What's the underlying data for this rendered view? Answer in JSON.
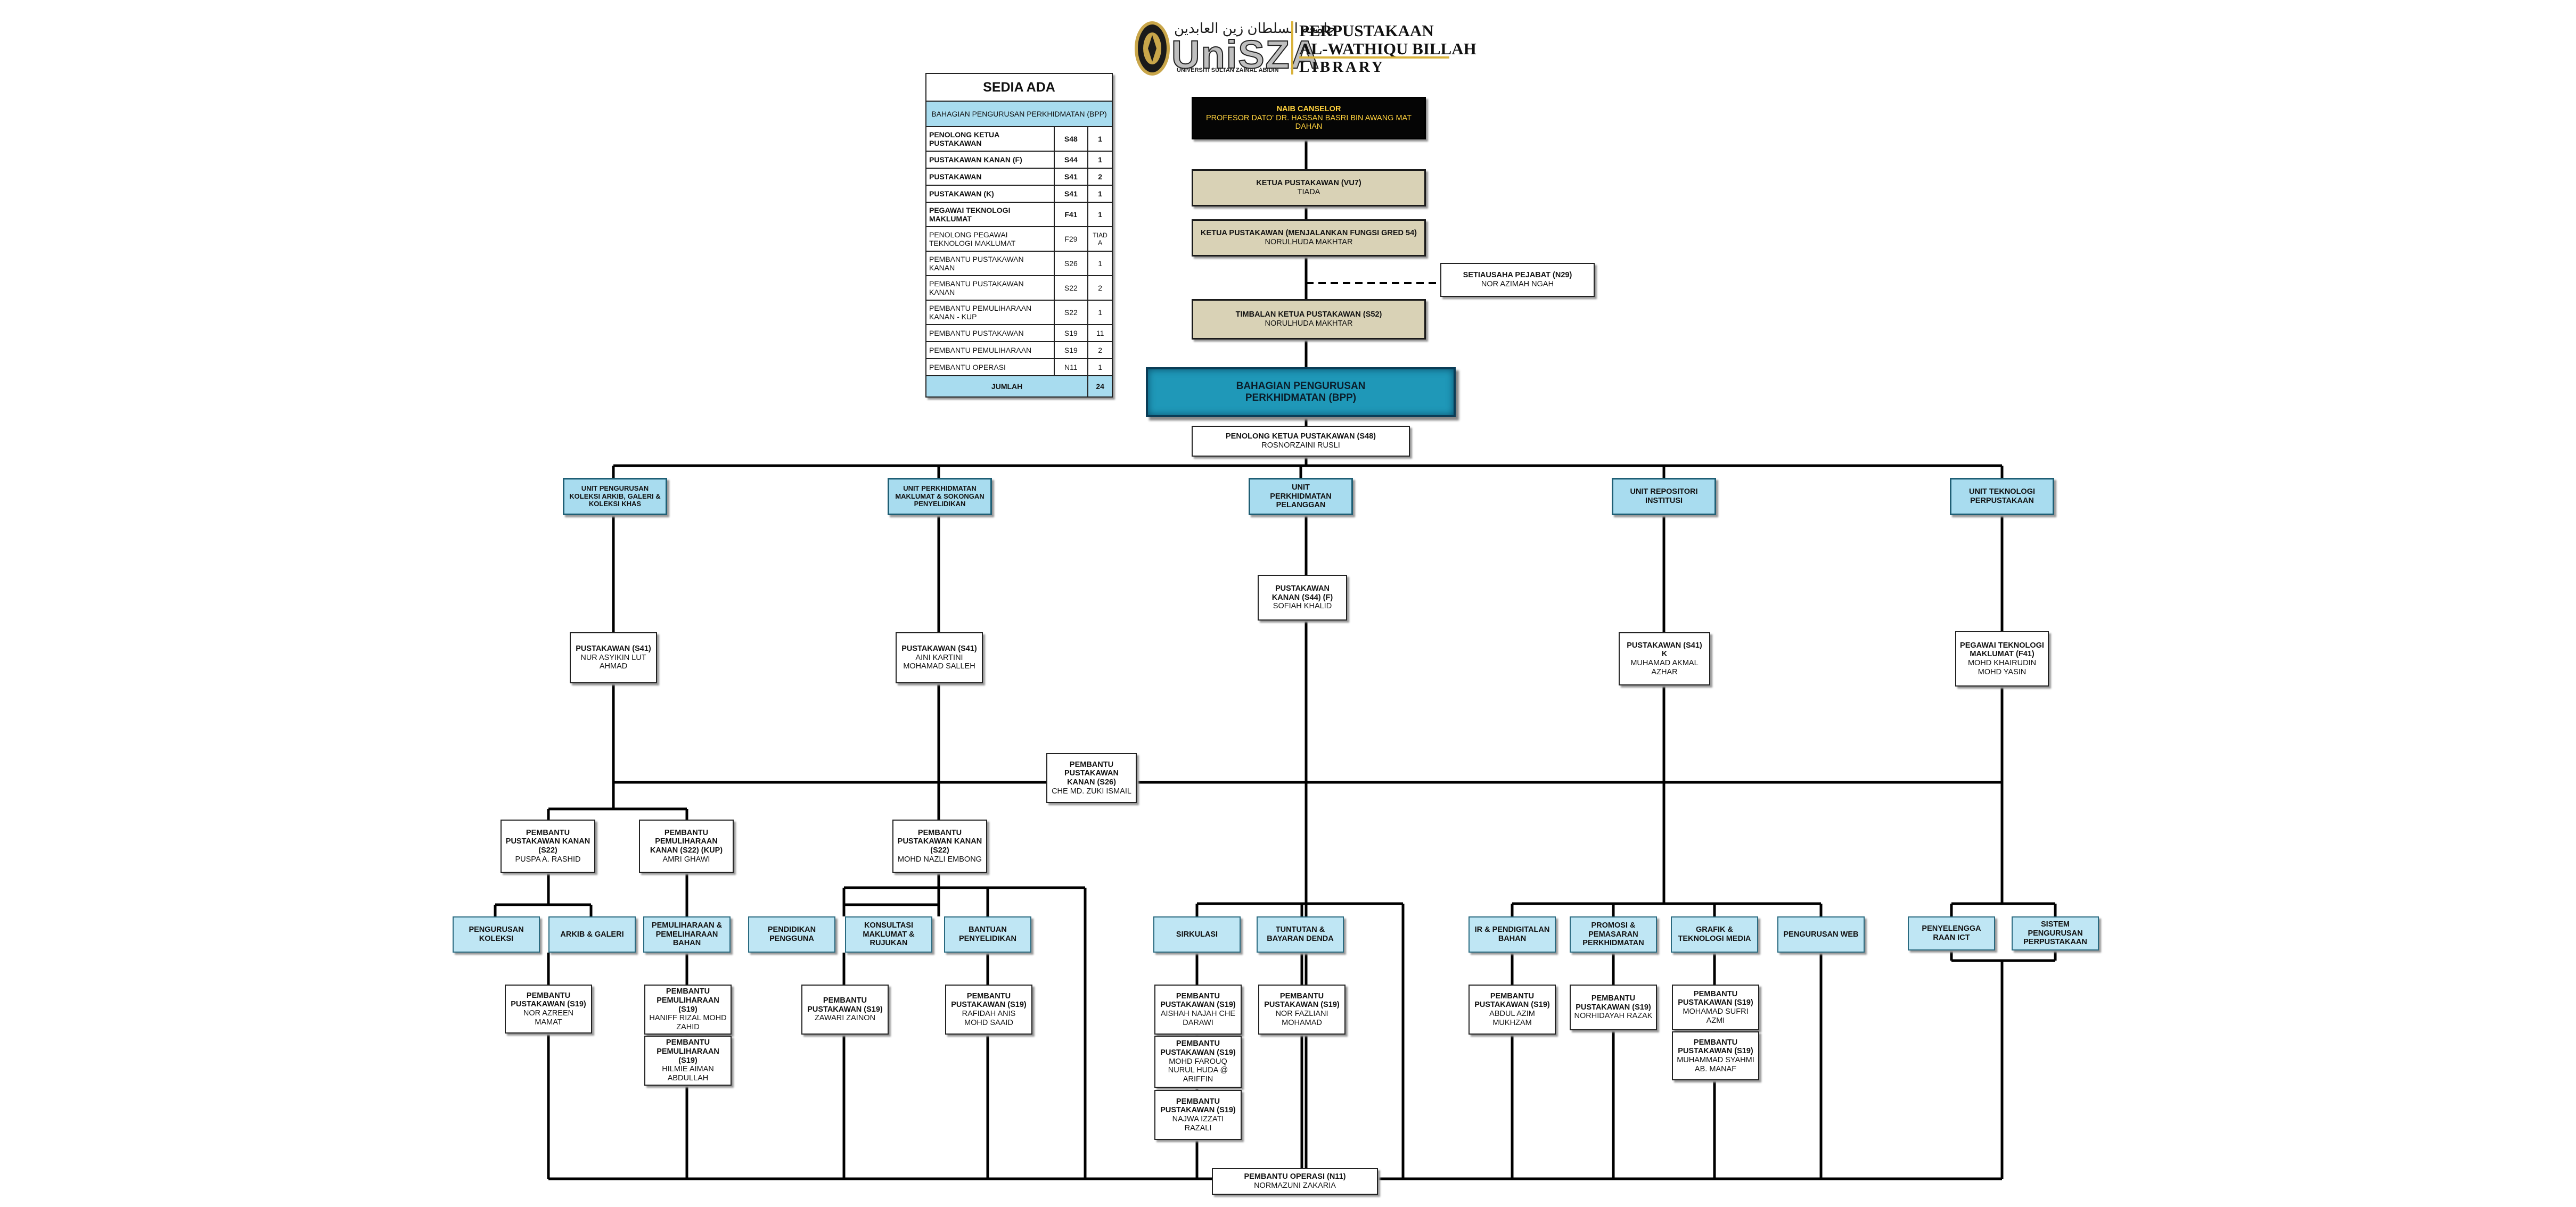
{
  "header": {
    "arabic": "جامعة السلطان زين العابدين",
    "logo_text": "UniSZA",
    "logo_sub": "UNIVERSITI SULTAN ZAINAL ABIDIN",
    "lib_line1": "PERPUSTAKAAN",
    "lib_line2": "AL-WATHIQU BILLAH",
    "lib_line3": "LIBRARY"
  },
  "table": {
    "title": "SEDIA ADA",
    "section": "BAHAGIAN PENGURUSAN PERKHIDMATAN (BPP)",
    "rows": [
      {
        "post": "PENOLONG KETUA PUSTAKAWAN",
        "grade": "S48",
        "count": "1",
        "bold": true
      },
      {
        "post": "PUSTAKAWAN KANAN (F)",
        "grade": "S44",
        "count": "1",
        "bold": true
      },
      {
        "post": "PUSTAKAWAN",
        "grade": "S41",
        "count": "2",
        "bold": true
      },
      {
        "post": "PUSTAKAWAN (K)",
        "grade": "S41",
        "count": "1",
        "bold": true
      },
      {
        "post": "PEGAWAI TEKNOLOGI MAKLUMAT",
        "grade": "F41",
        "count": "1",
        "bold": true
      },
      {
        "post": "PENOLONG PEGAWAI TEKNOLOGI MAKLUMAT",
        "grade": "F29",
        "count": "TIADA",
        "bold": false
      },
      {
        "post": "PEMBANTU PUSTAKAWAN KANAN",
        "grade": "S26",
        "count": "1",
        "bold": false
      },
      {
        "post": "PEMBANTU PUSTAKAWAN KANAN",
        "grade": "S22",
        "count": "2",
        "bold": false
      },
      {
        "post": "PEMBANTU PEMULIHARAAN KANAN - KUP",
        "grade": "S22",
        "count": "1",
        "bold": false
      },
      {
        "post": "PEMBANTU PUSTAKAWAN",
        "grade": "S19",
        "count": "11",
        "bold": false
      },
      {
        "post": "PEMBANTU PEMULIHARAAN",
        "grade": "S19",
        "count": "2",
        "bold": false
      },
      {
        "post": "PEMBANTU OPERASI",
        "grade": "N11",
        "count": "1",
        "bold": false
      }
    ],
    "total_label": "JUMLAH",
    "total_value": "24"
  },
  "boxes": {
    "naib": {
      "t": "NAIB CANSELOR",
      "n": "PROFESOR DATO' DR. HASSAN BASRI BIN AWANG MAT DAHAN"
    },
    "ketua": {
      "t": "KETUA PUSTAKAWAN (VU7)",
      "n": "TIADA"
    },
    "ketua2": {
      "t": "KETUA PUSTAKAWAN (MENJALANKAN FUNGSI GRED 54)",
      "n": "NORULHUDA MAKHTAR"
    },
    "setiausaha": {
      "t": "SETIAUSAHA PEJABAT (N29)",
      "n": "NOR AZIMAH NGAH"
    },
    "timbalan": {
      "t": "TIMBALAN KETUA PUSTAKAWAN (S52)",
      "n": "NORULHUDA MAKHTAR"
    },
    "bpp": {
      "t": "BAHAGIAN PENGURUSAN PERKHIDMATAN (BPP)"
    },
    "penolong": {
      "t": "PENOLONG KETUA PUSTAKAWAN (S48)",
      "n": "ROSNORZAINI RUSLI"
    },
    "u1": {
      "t": "UNIT PENGURUSAN KOLEKSI ARKIB, GALERI & KOLEKSI KHAS"
    },
    "u2": {
      "t": "UNIT PERKHIDMATAN MAKLUMAT & SOKONGAN PENYELIDIKAN"
    },
    "u3": {
      "t": "UNIT PERKHIDMATAN PELANGGAN"
    },
    "u4": {
      "t": "UNIT REPOSITORI INSTITUSI"
    },
    "u5": {
      "t": "UNIT TEKNOLOGI PERPUSTAKAAN"
    },
    "p1": {
      "t": "PUSTAKAWAN (S41)",
      "n": "NUR ASYIKIN LUT AHMAD"
    },
    "p2": {
      "t": "PUSTAKAWAN (S41)",
      "n": "AINI KARTINI MOHAMAD SALLEH"
    },
    "p3": {
      "t": "PUSTAKAWAN KANAN (S44) (F)",
      "n": "SOFIAH KHALID"
    },
    "p4": {
      "t": "PUSTAKAWAN (S41) K",
      "n": "MUHAMAD AKMAL AZHAR"
    },
    "p5": {
      "t": "PEGAWAI TEKNOLOGI MAKLUMAT (F41)",
      "n": "MOHD KHAIRUDIN MOHD YASIN"
    },
    "pkk26": {
      "t": "PEMBANTU PUSTAKAWAN KANAN (S26)",
      "n": "CHE MD. ZUKI ISMAIL"
    },
    "s22a": {
      "t": "PEMBANTU PUSTAKAWAN KANAN (S22)",
      "n": "PUSPA A. RASHID"
    },
    "s22b": {
      "t": "PEMBANTU PEMULIHARAAN KANAN (S22) (KUP)",
      "n": "AMRI GHAWI"
    },
    "s22c": {
      "t": "PEMBANTU PUSTAKAWAN KANAN (S22)",
      "n": "MOHD NAZLI EMBONG"
    },
    "sec1": {
      "t": "PENGURUSAN KOLEKSI"
    },
    "sec2": {
      "t": "ARKIB & GALERI"
    },
    "sec3": {
      "t": "PEMULIHARAAN & PEMELIHARAAN BAHAN"
    },
    "sec4": {
      "t": "PENDIDIKAN PENGGUNA"
    },
    "sec5": {
      "t": "KONSULTASI MAKLUMAT & RUJUKAN"
    },
    "sec6": {
      "t": "BANTUAN PENYELIDIKAN"
    },
    "sec7": {
      "t": "SIRKULASI"
    },
    "sec8": {
      "t": "TUNTUTAN & BAYARAN DENDA"
    },
    "sec9": {
      "t": "IR & PENDIGITALAN BAHAN"
    },
    "sec10": {
      "t": "PROMOSI & PEMASARAN PERKHIDMATAN"
    },
    "sec11": {
      "t": "GRAFIK & TEKNOLOGI MEDIA"
    },
    "sec12": {
      "t": "PENGURUSAN WEB"
    },
    "sec13": {
      "t": "PENYELENGGA RAAN ICT"
    },
    "sec14": {
      "t": "SISTEM PENGURUSAN PERPUSTAKAAN"
    },
    "a1": {
      "t": "PEMBANTU PUSTAKAWAN (S19)",
      "n": "NOR AZREEN MAMAT"
    },
    "a2": {
      "t": "PEMBANTU PEMULIHARAAN (S19)",
      "n": "HANIFF RIZAL MOHD ZAHID"
    },
    "a3": {
      "t": "PEMBANTU PEMULIHARAAN (S19)",
      "n": "HILMIE AIMAN ABDULLAH"
    },
    "a4": {
      "t": "PEMBANTU PUSTAKAWAN (S19)",
      "n": "ZAWARI ZAINON"
    },
    "a5": {
      "t": "PEMBANTU PUSTAKAWAN (S19)",
      "n": "RAFIDAH ANIS MOHD SAAID"
    },
    "a6": {
      "t": "PEMBANTU PUSTAKAWAN (S19)",
      "n": "AISHAH NAJAH CHE DARAWI"
    },
    "a7": {
      "t": "PEMBANTU PUSTAKAWAN (S19)",
      "n": "MOHD FAROUQ NURUL HUDA @ ARIFFIN"
    },
    "a8": {
      "t": "PEMBANTU PUSTAKAWAN (S19)",
      "n": "NAJWA IZZATI RAZALI"
    },
    "a9": {
      "t": "PEMBANTU PUSTAKAWAN (S19)",
      "n": "NOR FAZLIANI MOHAMAD"
    },
    "a10": {
      "t": "PEMBANTU PUSTAKAWAN (S19)",
      "n": "ABDUL AZIM MUKHZAM"
    },
    "a11": {
      "t": "PEMBANTU PUSTAKAWAN (S19)",
      "n": "NORHIDAYAH RAZAK"
    },
    "a12": {
      "t": "PEMBANTU PUSTAKAWAN (S19)",
      "n": "MOHAMAD SUFRI AZMI"
    },
    "a13": {
      "t": "PEMBANTU PUSTAKAWAN (S19)",
      "n": "MUHAMMAD SYAHMI AB. MANAF"
    },
    "ops": {
      "t": "PEMBANTU OPERASI (N11)",
      "n": "NORMAZUNI ZAKARIA"
    }
  }
}
